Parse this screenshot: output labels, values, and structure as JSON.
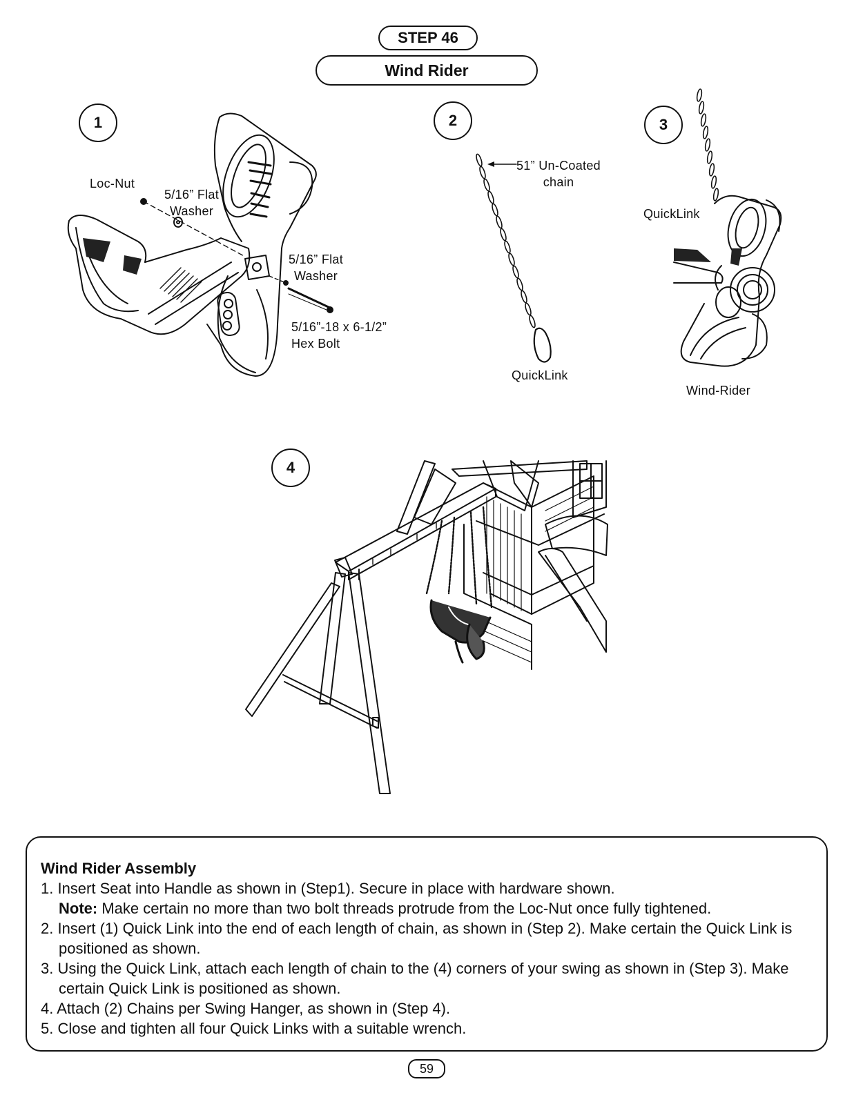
{
  "header": {
    "step": "STEP 46",
    "title": "Wind Rider"
  },
  "steps": [
    "1",
    "2",
    "3",
    "4"
  ],
  "labels": {
    "loc_nut": "Loc-Nut",
    "flat_washer_1": [
      "5/16” Flat",
      "Washer"
    ],
    "flat_washer_2": [
      "5/16” Flat",
      "Washer"
    ],
    "hex_bolt": [
      "5/16”-18 x 6-1/2”",
      "Hex Bolt"
    ],
    "chain": [
      "51” Un-Coated",
      "chain"
    ],
    "quicklink_step2": "QuickLink",
    "quicklink_step3": "QuickLink",
    "wind_rider": "Wind-Rider"
  },
  "instructions": {
    "heading": "Wind Rider Assembly",
    "item1": "1. Insert Seat into Handle as shown in (Step1). Secure in place with hardware shown.",
    "note_label": "Note:",
    "note_text": " Make certain no more than two bolt threads protrude from the Loc-Nut once fully tightened.",
    "item2": "2. Insert (1) Quick Link into the end of each length of chain, as shown in (Step 2). Make certain the Quick Link is positioned as shown.",
    "item3": "3. Using the Quick Link, attach each length of chain to the (4) corners of your swing as shown in (Step 3). Make certain Quick Link is positioned as shown.",
    "item4": "4. Attach (2) Chains per Swing Hanger, as shown in (Step 4).",
    "item5": "5. Close and tighten all four Quick Links with a suitable wrench."
  },
  "page_number": "59"
}
